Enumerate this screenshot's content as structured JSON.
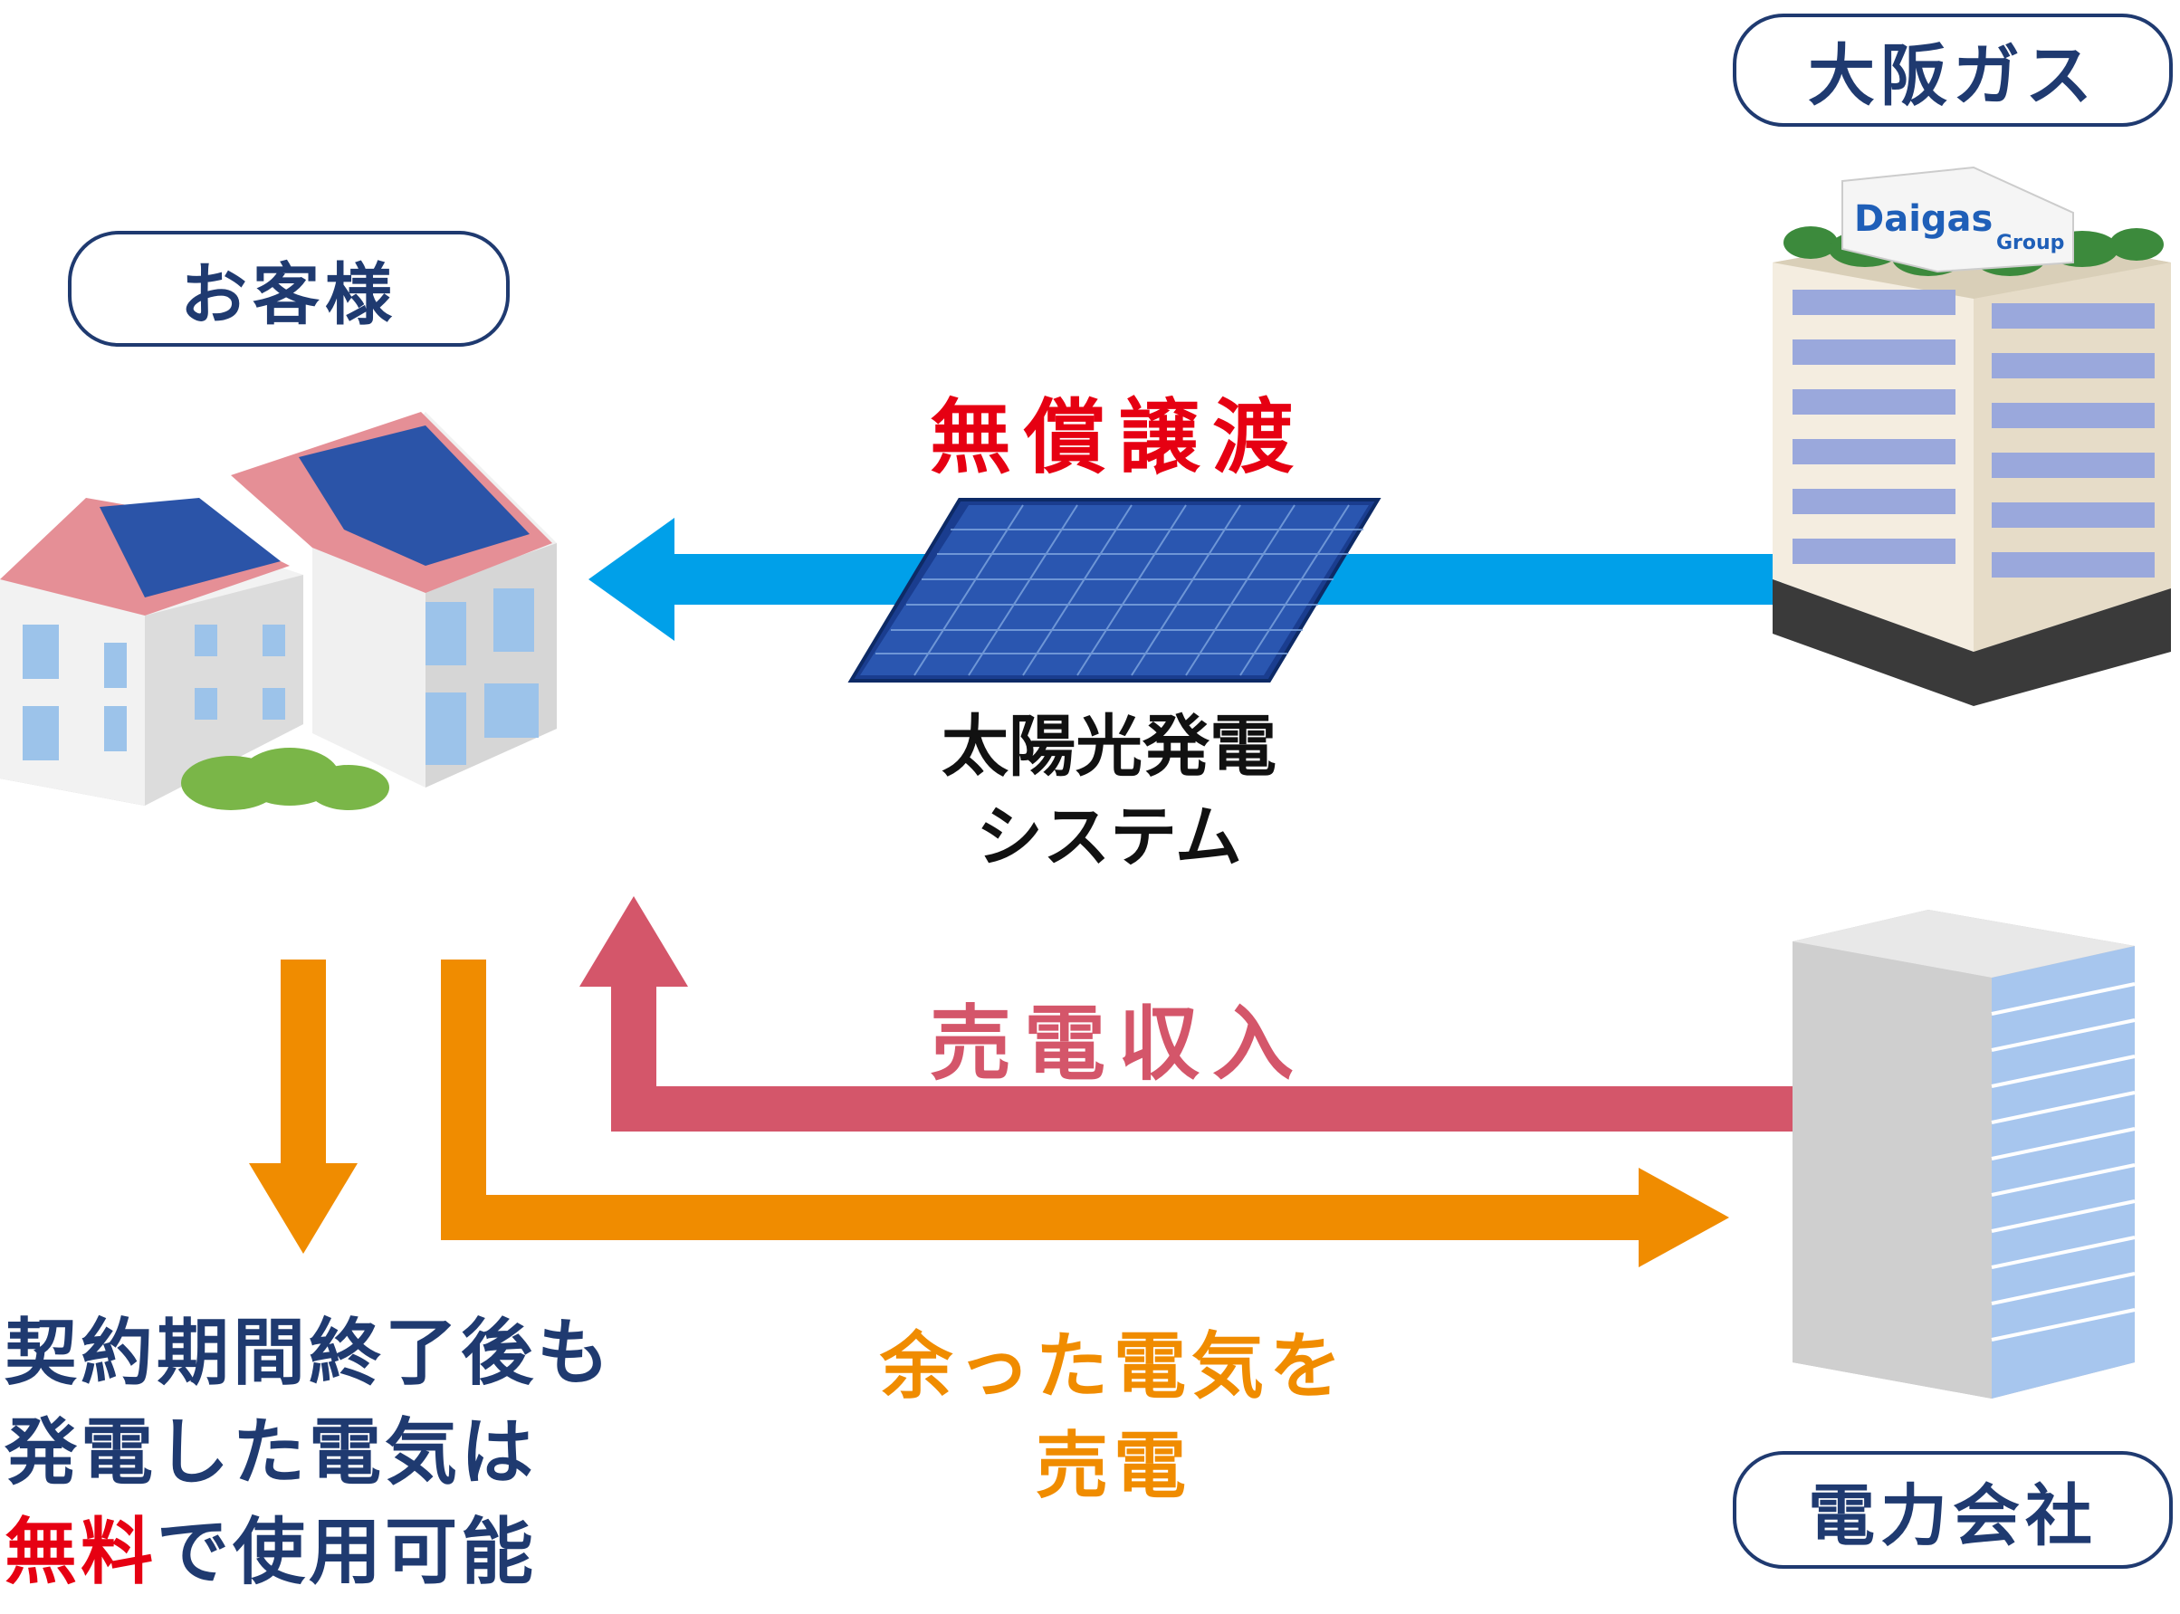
{
  "parties": {
    "customer": "お客様",
    "osaka_gas": "大阪ガス",
    "power_company": "電力会社"
  },
  "flows": {
    "transfer_label": "無償譲渡",
    "system_label_line1": "太陽光発電",
    "system_label_line2": "システム",
    "sell_income_label": "売電収入",
    "surplus_line1": "余った電気を",
    "surplus_line2": "売電"
  },
  "note": {
    "line1": "契約期間終了後も",
    "line2": "発電した電気は",
    "line3_highlight": "無料",
    "line3_rest": "で使用可能"
  },
  "building_logo": {
    "brand": "Daigas",
    "suffix": "Group"
  },
  "colors": {
    "navy": "#1f3a70",
    "blue_arrow": "#00a0e9",
    "pink_arrow": "#d4566a",
    "orange_arrow": "#f08c00",
    "red_text": "#e60012"
  }
}
